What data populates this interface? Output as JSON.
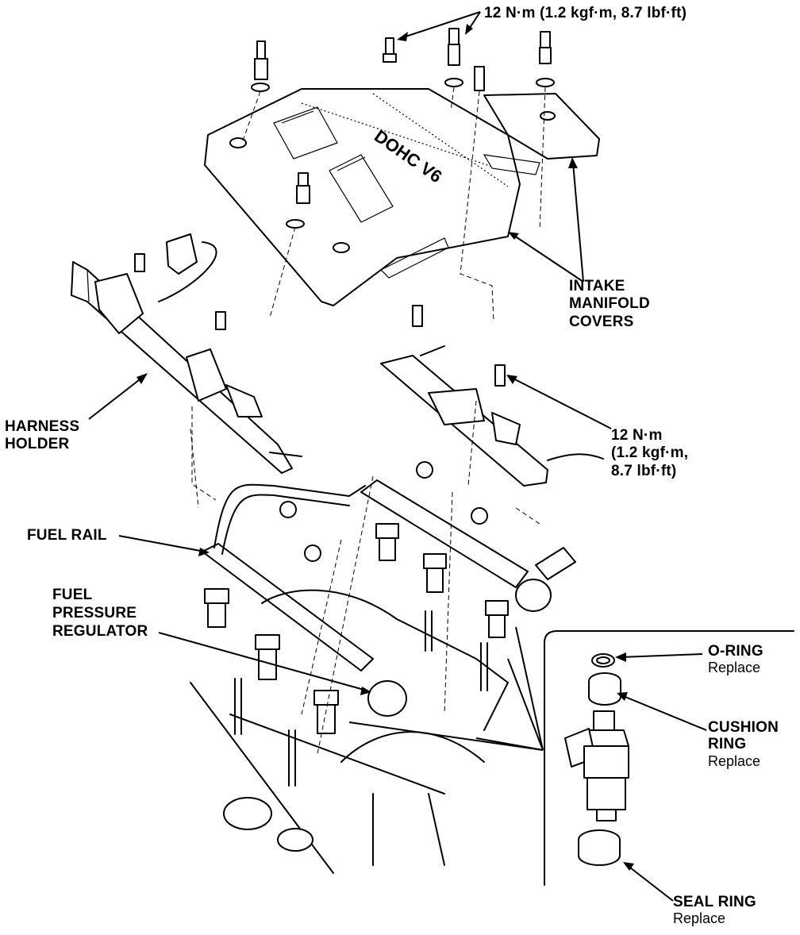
{
  "labels": {
    "torque_top": "12 N·m (1.2 kgf·m, 8.7 lbf·ft)",
    "intake_manifold_covers": [
      "INTAKE",
      "MANIFOLD",
      "COVERS"
    ],
    "harness_holder": [
      "HARNESS",
      "HOLDER"
    ],
    "torque_right": [
      "12 N·m",
      "(1.2 kgf·m,",
      "8.7 lbf·ft)"
    ],
    "fuel_rail": "FUEL RAIL",
    "fuel_pressure_regulator": [
      "FUEL",
      "PRESSURE",
      "REGULATOR"
    ],
    "o_ring": "O-RING",
    "o_ring_note": "Replace",
    "cushion_ring": [
      "CUSHION",
      "RING"
    ],
    "cushion_ring_note": "Replace",
    "seal_ring": "SEAL RING",
    "seal_ring_note": "Replace"
  },
  "cover_lettering": "DOHC V6"
}
